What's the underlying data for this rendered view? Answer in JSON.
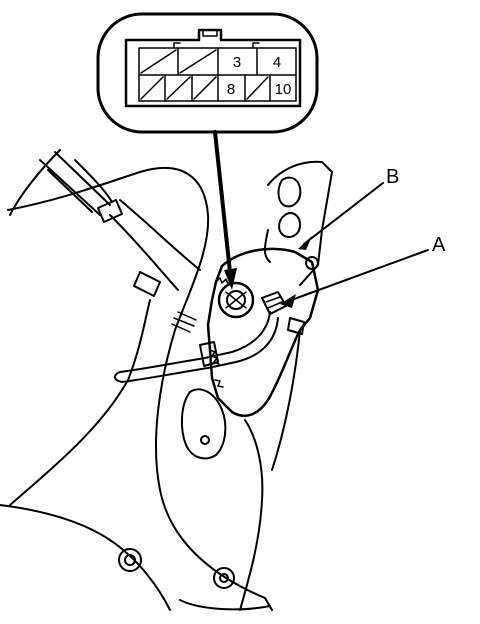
{
  "connector": {
    "pins": {
      "p3": "3",
      "p4": "4",
      "p8": "8",
      "p10": "10"
    }
  },
  "callouts": {
    "a": "A",
    "b": "B"
  }
}
